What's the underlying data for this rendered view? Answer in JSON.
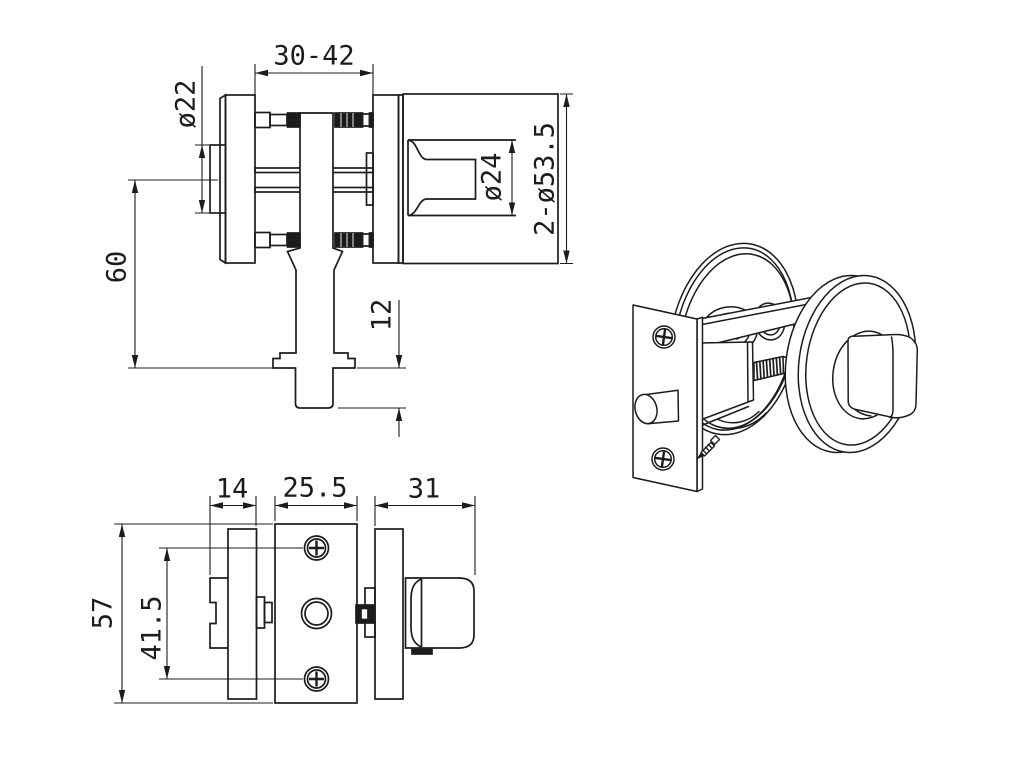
{
  "drawing": {
    "background": "#ffffff",
    "line_color": "#1c1c1c",
    "front_view": {
      "dim_door_thickness_range": "30-42",
      "dim_hub_diameter": "ø22",
      "dim_turn_base_diameter": "ø24",
      "dim_rose_diameter": "2-ø53.5",
      "dim_center_height": "60",
      "dim_bolt_extension": "12"
    },
    "plan_view": {
      "dim_hub_width": "14",
      "dim_case_width": "25.5",
      "dim_knob_depth": "31",
      "dim_faceplate_length": "57",
      "dim_screw_spacing": "41.5"
    }
  }
}
